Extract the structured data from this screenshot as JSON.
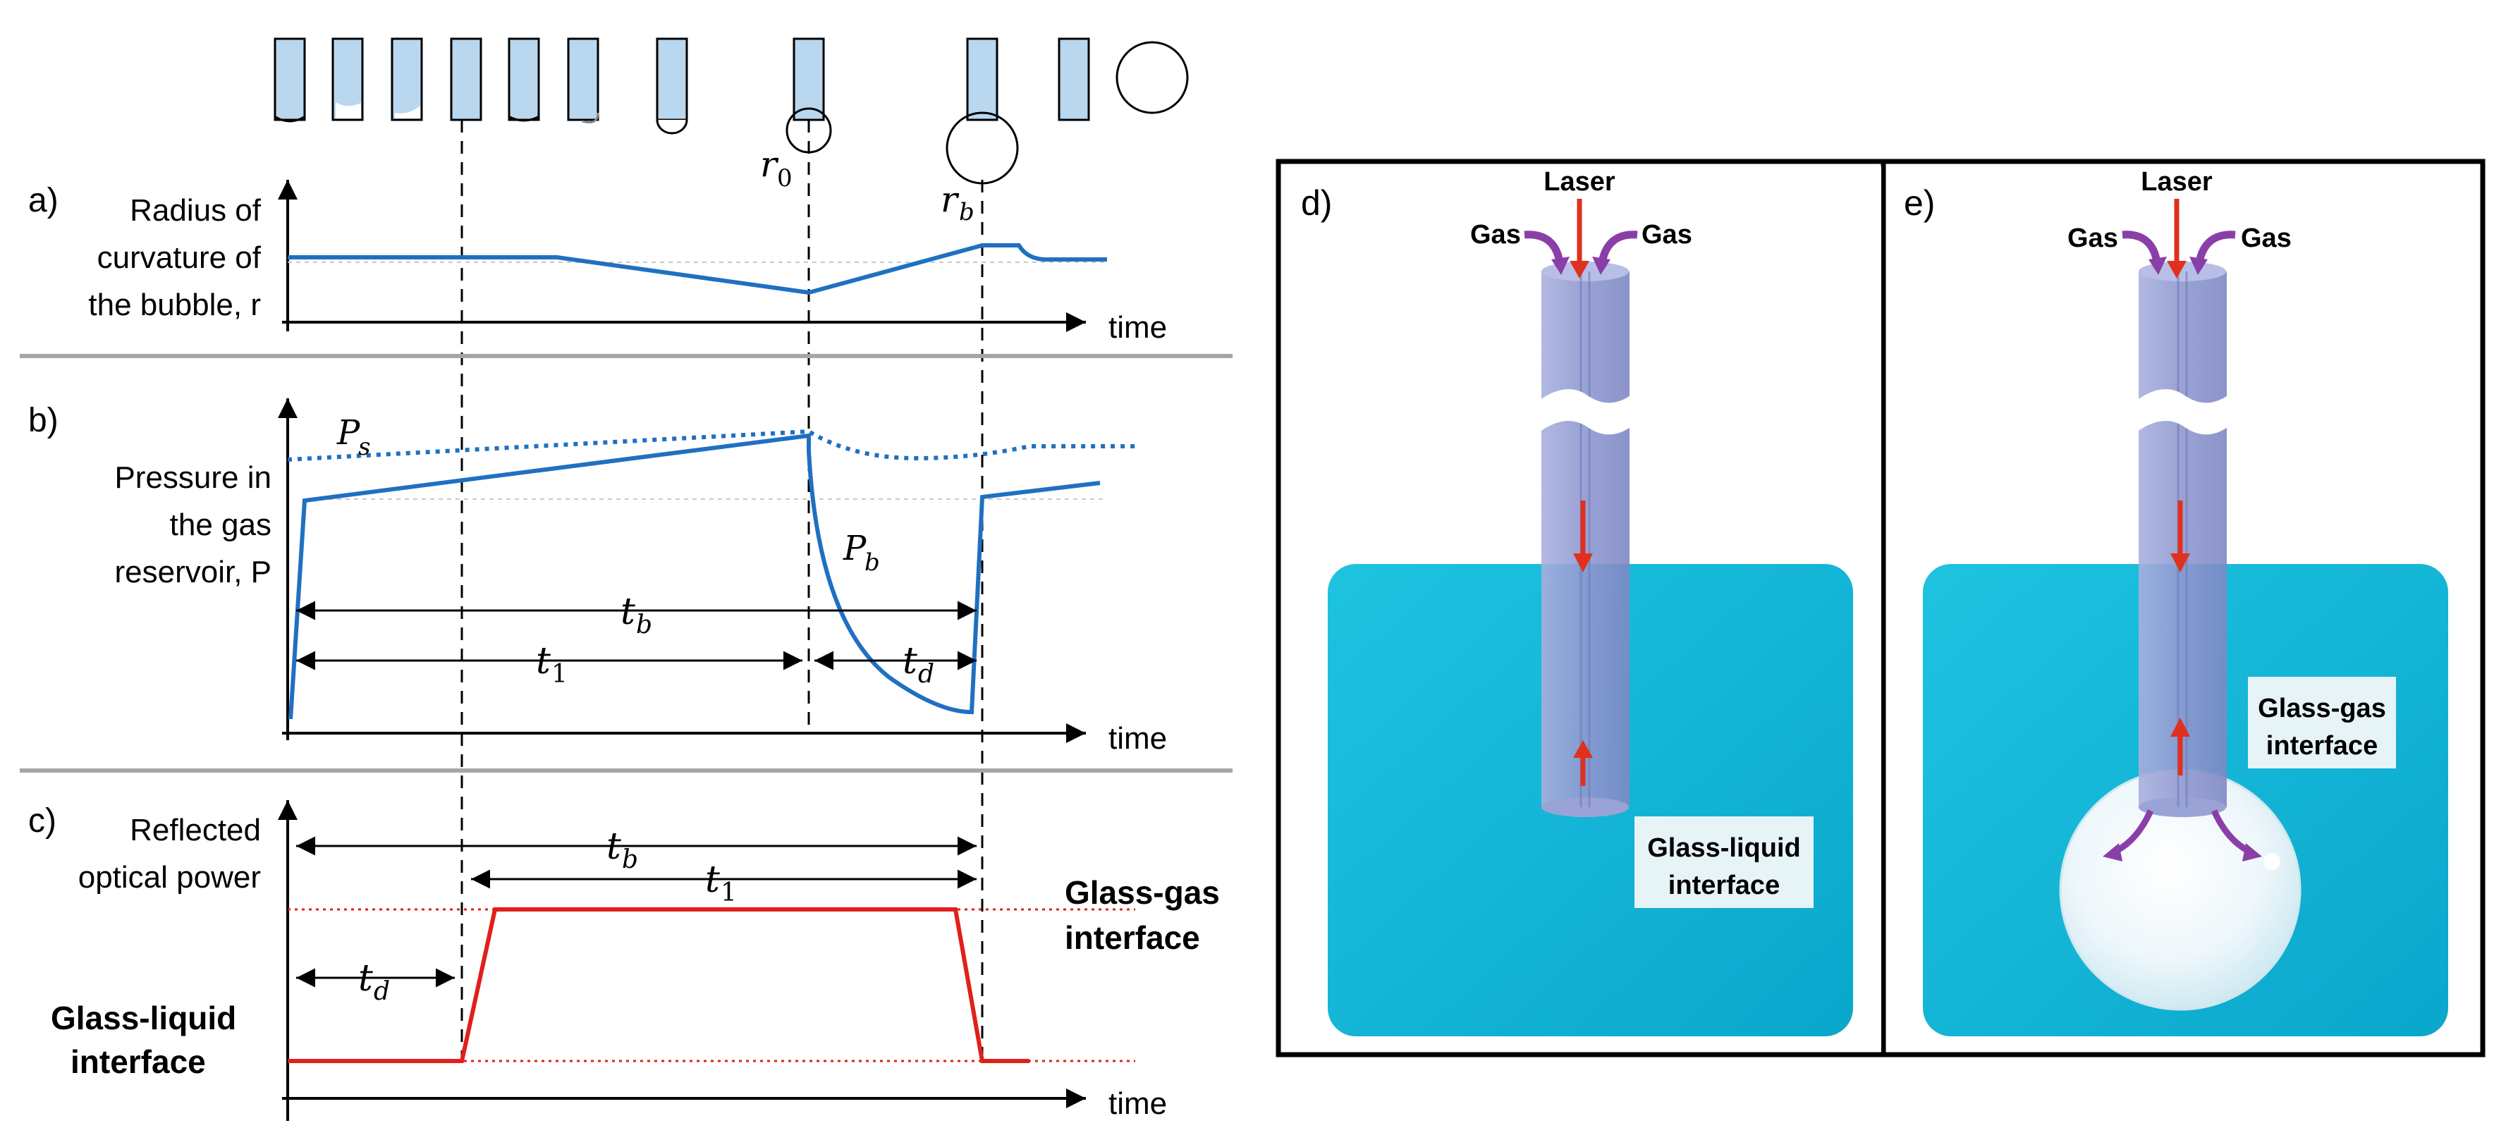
{
  "panels": {
    "a": {
      "letter": "a)",
      "ylabel_lines": [
        "Radius of",
        "curvature of",
        "the bubble, r"
      ],
      "xlabel": "time",
      "r0": "r",
      "r0_sub": "0",
      "rb": "r",
      "rb_sub": "b"
    },
    "b": {
      "letter": "b)",
      "ylabel_lines": [
        "Pressure in",
        "the gas",
        "reservoir, P"
      ],
      "xlabel": "time",
      "ps": "P",
      "ps_sub": "s",
      "pb": "P",
      "pb_sub": "b",
      "tb": "t",
      "tb_sub": "b",
      "t1": "t",
      "t1_sub": "1",
      "td": "t",
      "td_sub": "d"
    },
    "c": {
      "letter": "c)",
      "ylabel_lines": [
        "Reflected",
        "optical power"
      ],
      "xlabel": "time",
      "tb": "t",
      "tb_sub": "b",
      "t1": "t",
      "t1_sub": "1",
      "td": "t",
      "td_sub": "d",
      "glass_gas": [
        "Glass-gas",
        "interface"
      ],
      "glass_liquid": [
        "Glass-liquid",
        "interface"
      ]
    },
    "d": {
      "letter": "d)",
      "laser": "Laser",
      "gas_left": "Gas",
      "gas_right": "Gas",
      "interface_lines": [
        "Glass-liquid",
        "interface"
      ]
    },
    "e": {
      "letter": "e)",
      "laser": "Laser",
      "gas_left": "Gas",
      "gas_right": "Gas",
      "interface_lines": [
        "Glass-gas",
        "interface"
      ]
    }
  },
  "colors": {
    "blue_curve": "#1f70c1",
    "red_curve": "#e0201b",
    "separator": "#a6a6a6",
    "liquid": "#12b6d6",
    "fiber": "#8e98d2",
    "gas_arrow": "#8a3fa8",
    "laser_arrow": "#e0301e"
  }
}
